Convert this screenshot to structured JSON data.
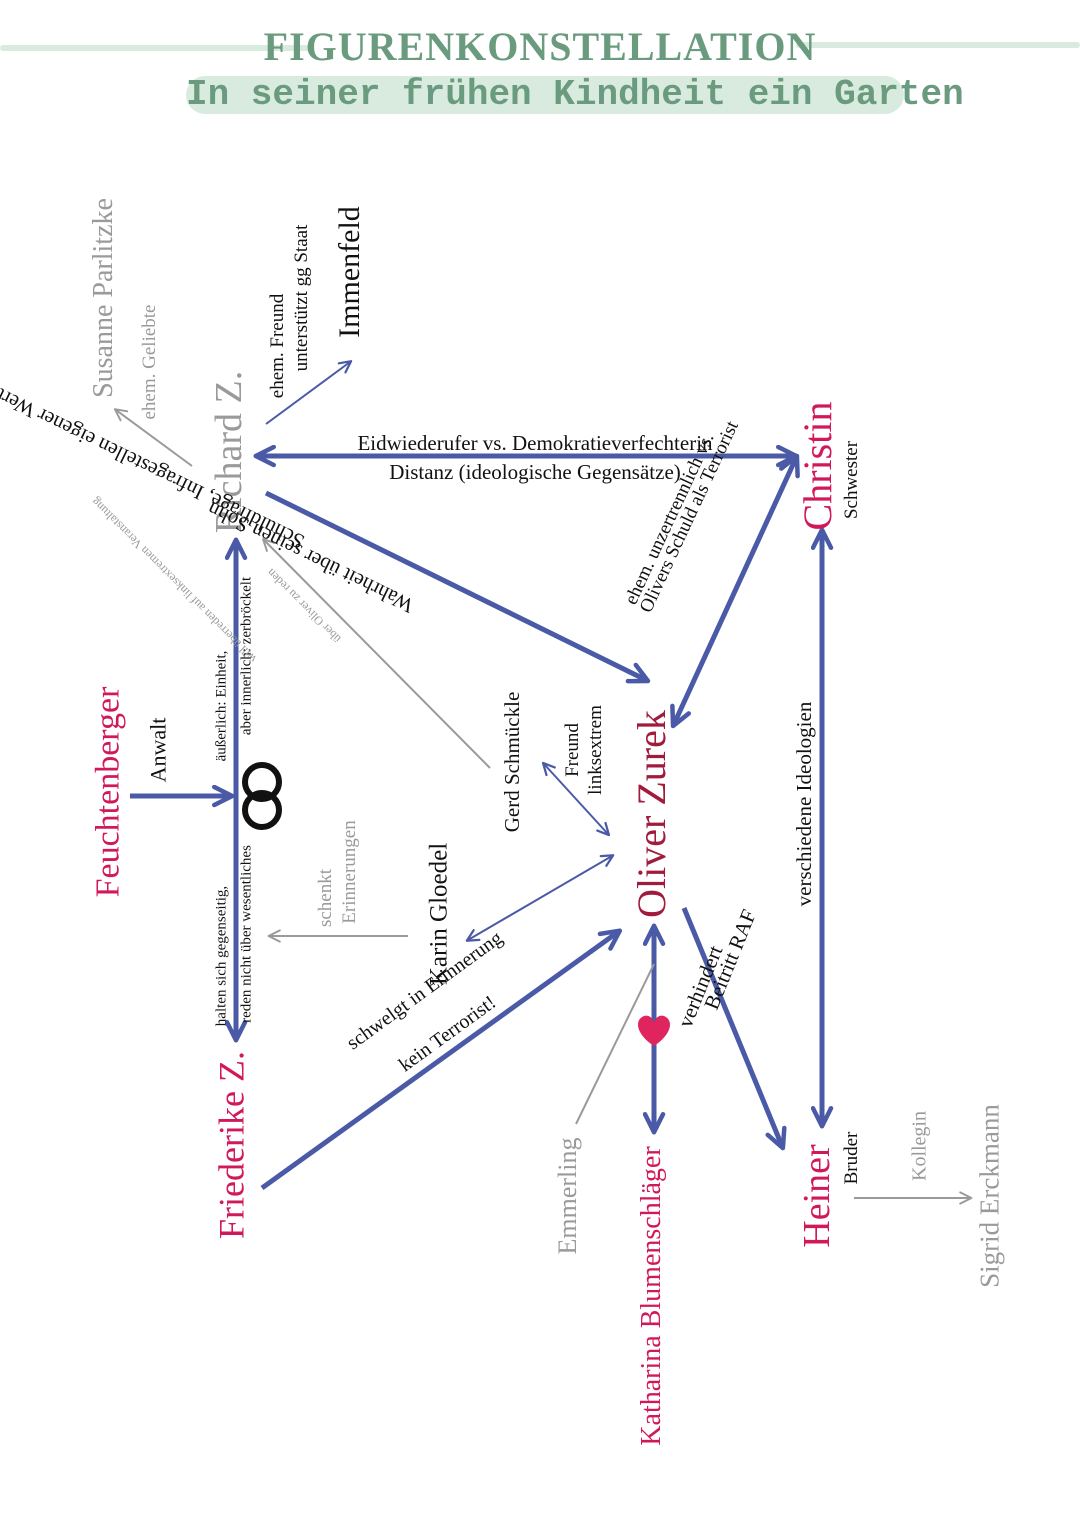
{
  "header": {
    "title": "FIGURENKONSTELLATION",
    "subtitle": "In seiner frühen Kindheit ein Garten"
  },
  "colors": {
    "arrow": "#4a5aa6",
    "protagonist": "#a11b3c",
    "family": "#d1185a",
    "secondary": "#9a9a9a",
    "accent_green": "#6a9b7e",
    "heart": "#e0245e"
  },
  "characters": {
    "oliver": "Oliver Zurek",
    "richard": "Richard Z.",
    "friederike": "Friederike Z.",
    "christin": "Christin",
    "christin_role": "Schwester",
    "heiner": "Heiner",
    "heiner_role": "Bruder",
    "katharina": "Katharina Blumenschläger",
    "emmerling": "Emmerling",
    "gerd": "Gerd Schmückle",
    "gerd_role_1": "Freund",
    "gerd_role_2": "linksextrem",
    "karin": "Karin Gloedel",
    "feuchtenberger": "Feuchtenberger",
    "feuchtenberger_role": "Anwalt",
    "immenfeld": "Immenfeld",
    "immenfeld_role_1": "ehem. Freund",
    "immenfeld_role_2": "unterstützt gg Staat",
    "susanne": "Susanne Parlitzke",
    "susanne_role": "ehem. Geliebte",
    "sigrid": "Sigrid Erckmann",
    "sigrid_role": "Kollegin"
  },
  "relations": {
    "richard_christin_1": "Eidwiederufer vs. Demokratieverfechterin",
    "richard_christin_2": "Distanz (ideologische Gegensätze)",
    "richard_oliver_1": "Schuldfrage, Infragestellen eigener Werte",
    "richard_oliver_2": "Wahrheit über seinen Sohn",
    "christin_oliver_1": "ehem. unzertrennlich vs.",
    "christin_oliver_2": "Olivers Schuld als Terrorist",
    "christin_heiner": "verschiedene Ideologien",
    "oliver_heiner_1": "verhindert",
    "oliver_heiner_2": "Beitritt RAF",
    "friederike_oliver_1": "schwelgt in Erinnerung",
    "friederike_oliver_2": "kein Terrorist!",
    "richard_friederike_1": "äußerlich: Einheit,",
    "richard_friederike_2": "aber innerlich: zerbröckelt",
    "richard_friederike_3": "halten sich gegenseitig,",
    "richard_friederike_4": "reden nicht über wesentliches",
    "karin_memories_1": "schenkt",
    "karin_memories_2": "Erinnerungen",
    "gerd_richard_1": "will überreden auf linksextremen Veranstaltung",
    "gerd_richard_2": "über Oliver zu reden"
  }
}
